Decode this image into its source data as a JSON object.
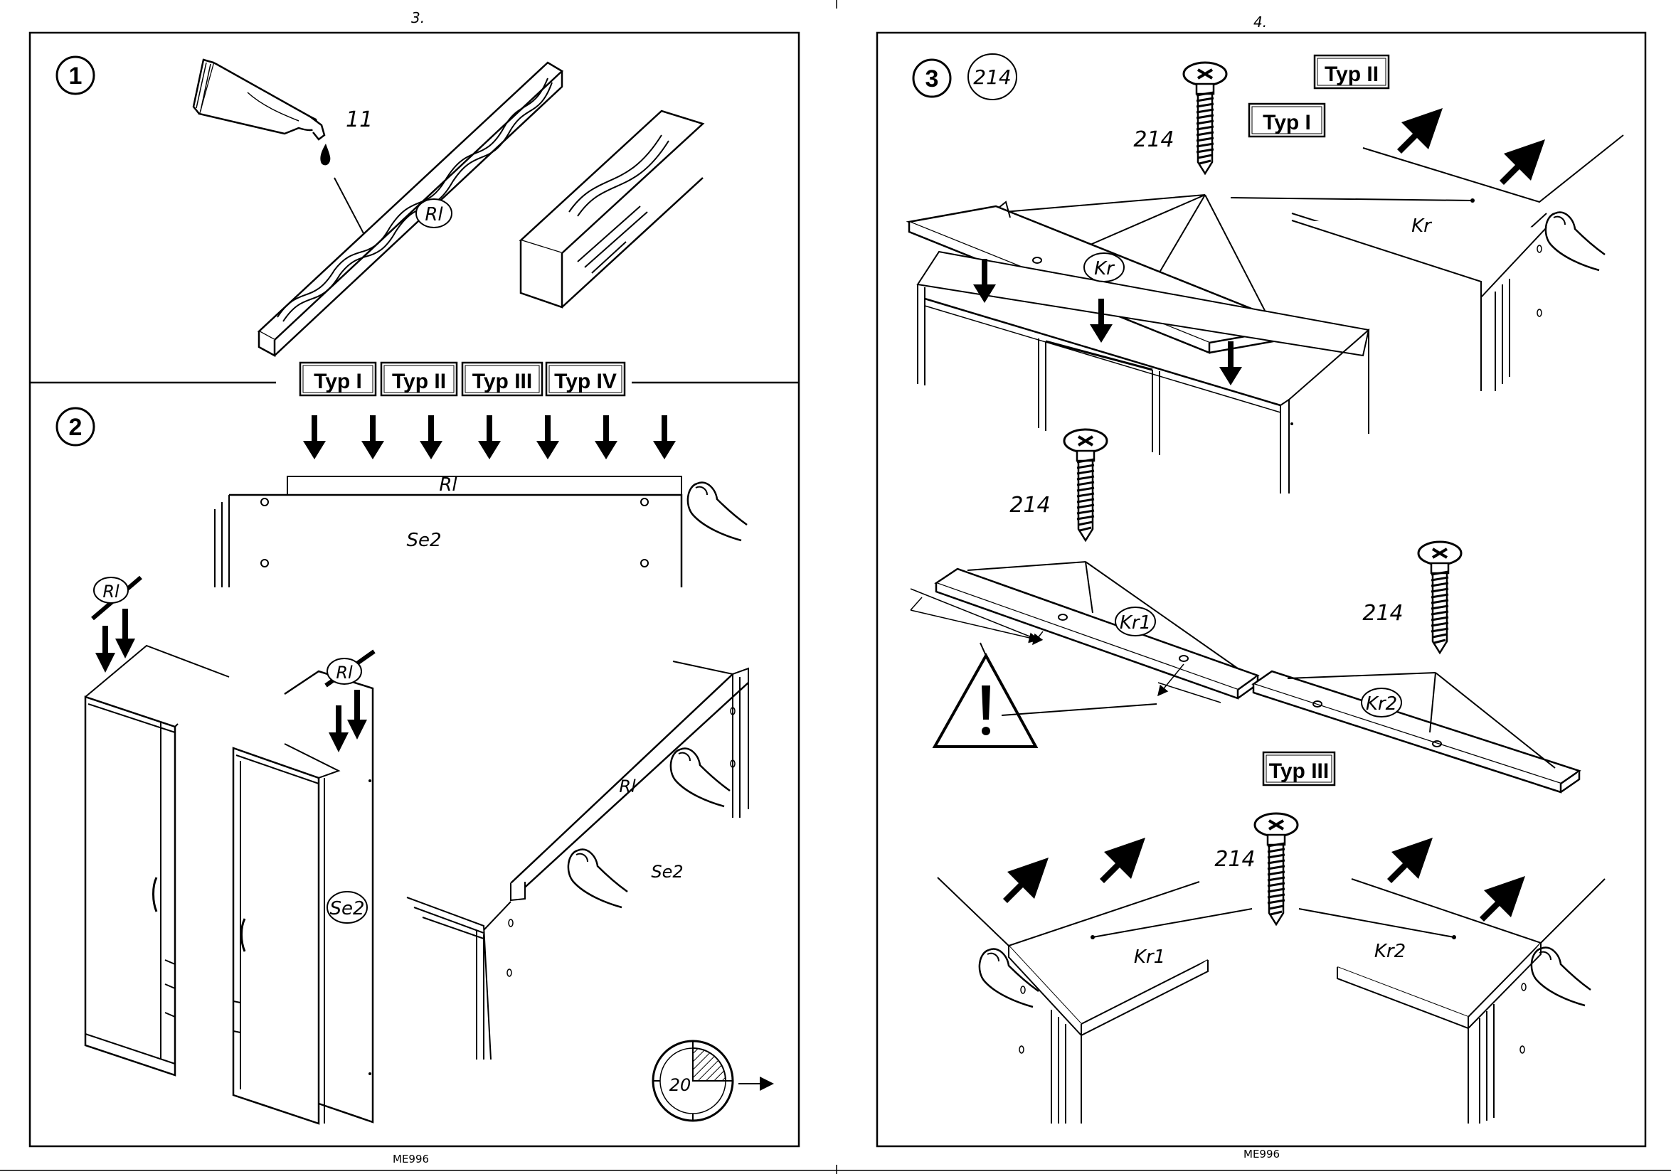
{
  "page_numbers": {
    "left": "3.",
    "right": "4."
  },
  "footer": {
    "left": "ME996",
    "right": "ME996"
  },
  "steps": [
    {
      "number": "1",
      "glue_ref": "11",
      "part": "Rl"
    },
    {
      "number": "2",
      "types": [
        "Typ I",
        "Typ II",
        "Typ III",
        "Typ IV"
      ],
      "part_rail": "Rl",
      "part_side": "Se2",
      "timer": "20"
    },
    {
      "number": "3",
      "screw_ref": "214",
      "types": {
        "a": "Typ II",
        "b": "Typ I",
        "c": "Typ III"
      },
      "parts": {
        "kr": "Kr",
        "kr1": "Kr1",
        "kr2": "Kr2"
      }
    }
  ]
}
